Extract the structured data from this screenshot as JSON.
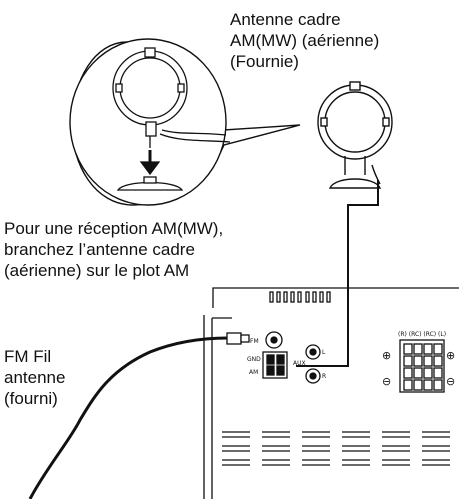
{
  "am_antenna_label": {
    "line1": "Antenne cadre",
    "line2": "AM(MW) (aérienne)",
    "line3": "(Fournie)"
  },
  "connection_note": {
    "line1": "Pour une réception AM(MW),",
    "line2": "branchez l’antenne cadre",
    "line3": "(aérienne) sur le plot AM"
  },
  "fm_antenna_label": {
    "line1": "FM Fil",
    "line2": "antenne",
    "line3": "(fourni)"
  },
  "panel_labels": {
    "fm": "FM",
    "gnd": "GND",
    "am": "AM",
    "aux": "AUX",
    "aux_left": "L",
    "aux_right": "R",
    "speaker_header": "(R) (RC) (RC) (L)",
    "plus": "⊕",
    "minus": "⊖"
  }
}
